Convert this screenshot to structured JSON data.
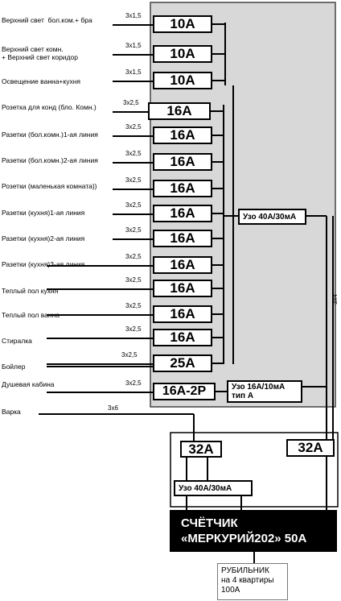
{
  "circuits": [
    {
      "label": "Верхний свет  бол.ком.+ бра",
      "cable": "3x1,5",
      "breaker": "10А"
    },
    {
      "label": "Верхний свет комн.\n+ Верхний свет коридор",
      "cable": "3x1,5",
      "breaker": "10А"
    },
    {
      "label": "Освещение ванна+кухня",
      "cable": "3x1,5",
      "breaker": "10А"
    },
    {
      "label": "Розетка для конд (бло. Комн.)",
      "cable": "3x2,5",
      "breaker": "16А"
    },
    {
      "label": "Разетки (бол.комн.)1-ая линия",
      "cable": "3x2,5",
      "breaker": "16А"
    },
    {
      "label": "Разетки (бол.комн.)2-ая линия",
      "cable": "3x2,5",
      "breaker": "16А"
    },
    {
      "label": "Розетки (маленькая комната))",
      "cable": "3x2,5",
      "breaker": "16А"
    },
    {
      "label": "Разетки (кухня)1-ая линия",
      "cable": "3x2,5",
      "breaker": "16А"
    },
    {
      "label": "Разетки (кухня)2-ая линия",
      "cable": "3x2,5",
      "breaker": "16А"
    },
    {
      "label": "Разетки (кухня)3-ая линия",
      "cable": "3x2,5",
      "breaker": "16А"
    },
    {
      "label": "Теплый пол кухня",
      "cable": "3x2,5",
      "breaker": "16А"
    },
    {
      "label": "Теплый пол ванна",
      "cable": "3x2,5",
      "breaker": "16А"
    },
    {
      "label": "Стиралка",
      "cable": "3x2,5",
      "breaker": "16А"
    },
    {
      "label": "Бойлер",
      "cable": "3x2,5",
      "breaker": "25А"
    },
    {
      "label": "Душевая кабина",
      "cable": "3x2,5",
      "breaker": "16А-2Р"
    }
  ],
  "rcd_main": "Узо 40А/30мА",
  "rcd_shower": "Узо 16А/10мА\nтип А",
  "stove": {
    "label": "Варка",
    "cable": "3x6"
  },
  "riser_cable": "3x4",
  "lower_breaker_left": "32А",
  "lower_breaker_right": "32А",
  "rcd_stove": "Узо 40А/30мА",
  "meter": "СЧЁТЧИК\n«МЕРКУРИЙ202» 50А",
  "switch": "РУБИЛЬНИК\nна 4 квартиры\n100А"
}
